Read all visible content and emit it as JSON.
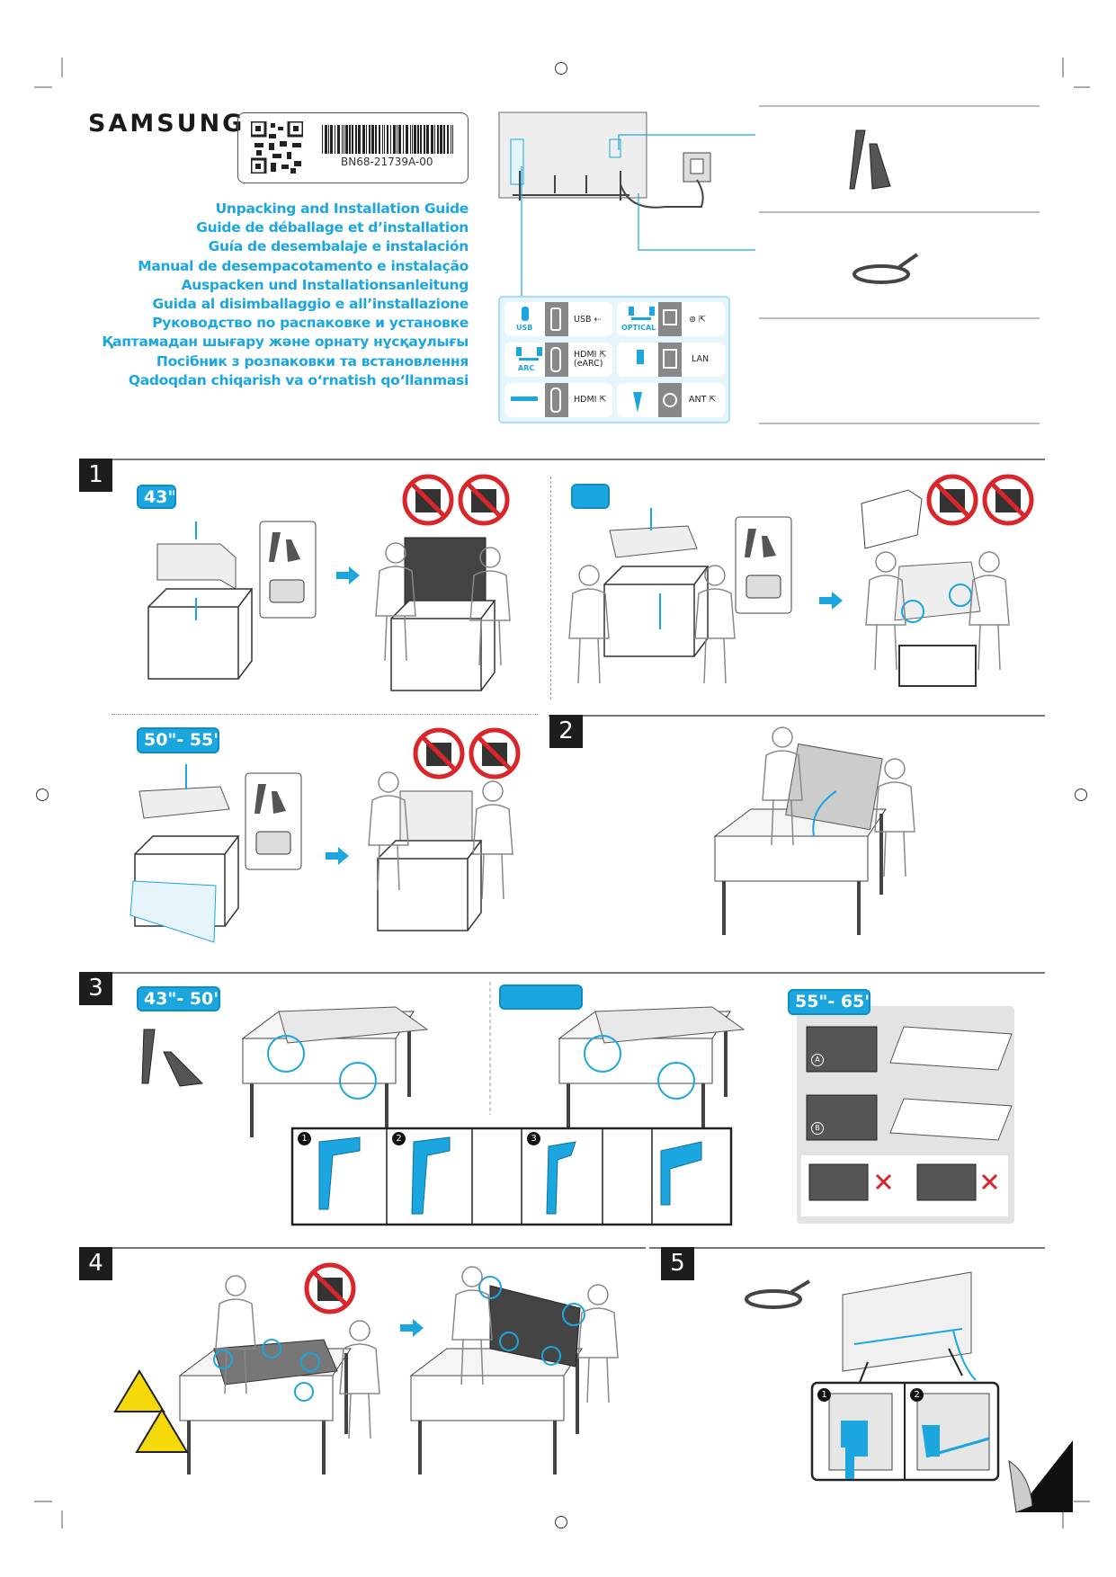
{
  "brand": "SAMSUNG",
  "part_number": "BN68-21739A-00",
  "guide_titles": [
    "Unpacking and Installation Guide",
    "Guide de déballage et d’installation",
    "Guía de desembalaje e instalación",
    "Manual de desempacotamento e instalação",
    "Auspacken und Installationsanleitung",
    "Guida al disimballaggio e all’installazione",
    "Руководство по распаковке и установке",
    "Қаптамадан шығару және орнату нұсқаулығы",
    "Посібник з розпаковки та встановлення",
    "Qadoqdan chiqarish va o‘rnatish qo‘llanmasi"
  ],
  "ports": {
    "usb_icon": "USB",
    "usb": "USB ⇠",
    "optical_icon": "OPTICAL",
    "optical": "⊚ ⇱",
    "arc_icon": "ARC",
    "hdmi_earc": "HDMI ⇱",
    "hdmi_earc_sub": "(eARC)",
    "lan": "LAN",
    "hdmi": "HDMI ⇱",
    "ant": "ANT ⇱"
  },
  "steps": {
    "s1": "1",
    "s2": "2",
    "s3": "3",
    "s4": "4",
    "s5": "5"
  },
  "sizes": {
    "s1a": "43\"",
    "s1c": "50\"- 55\"",
    "s3a": "43\"- 50\"",
    "s3c": "55\"- 65\""
  },
  "substeps": {
    "a": "1",
    "b": "2",
    "c": "3"
  },
  "stand_labels": {
    "a": "A",
    "b": "B"
  },
  "colors": {
    "accent": "#1ba6e0",
    "dark": "#1d1d1d",
    "prohibit": "#d9262b"
  }
}
